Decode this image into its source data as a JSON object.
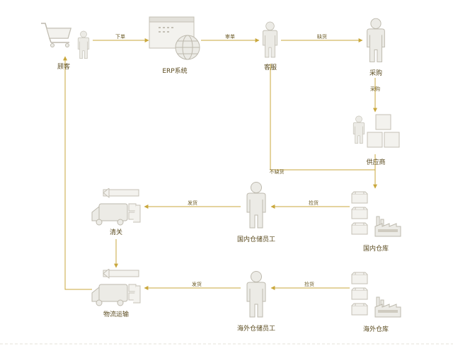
{
  "nodes": {
    "customer": "顾客",
    "erp": "ERP系统",
    "service": "客服",
    "purchase": "采购",
    "supplier": "供应商",
    "domestic_worker": "国内仓储员工",
    "domestic_warehouse": "国内仓库",
    "customs": "清关",
    "overseas_worker": "海外仓储员工",
    "overseas_warehouse": "海外仓库",
    "logistics": "物流运输"
  },
  "edges": {
    "order": "下单",
    "review": "审单",
    "shortage": "缺货",
    "purchase": "采购",
    "no_shortage": "不缺货",
    "pick_domestic": "捡货",
    "ship_domestic": "发货",
    "pick_overseas": "捡货",
    "ship_overseas": "发货"
  },
  "colors": {
    "edge": "#c9a73c",
    "icon_fill": "#ecebe6",
    "icon_stroke": "#bdb9ad",
    "label": "#5a4a1e"
  },
  "icons": [
    "shopping-cart-icon",
    "person-icon",
    "computer-globe-icon",
    "boxes-icon",
    "factory-icon",
    "truck-icon"
  ]
}
